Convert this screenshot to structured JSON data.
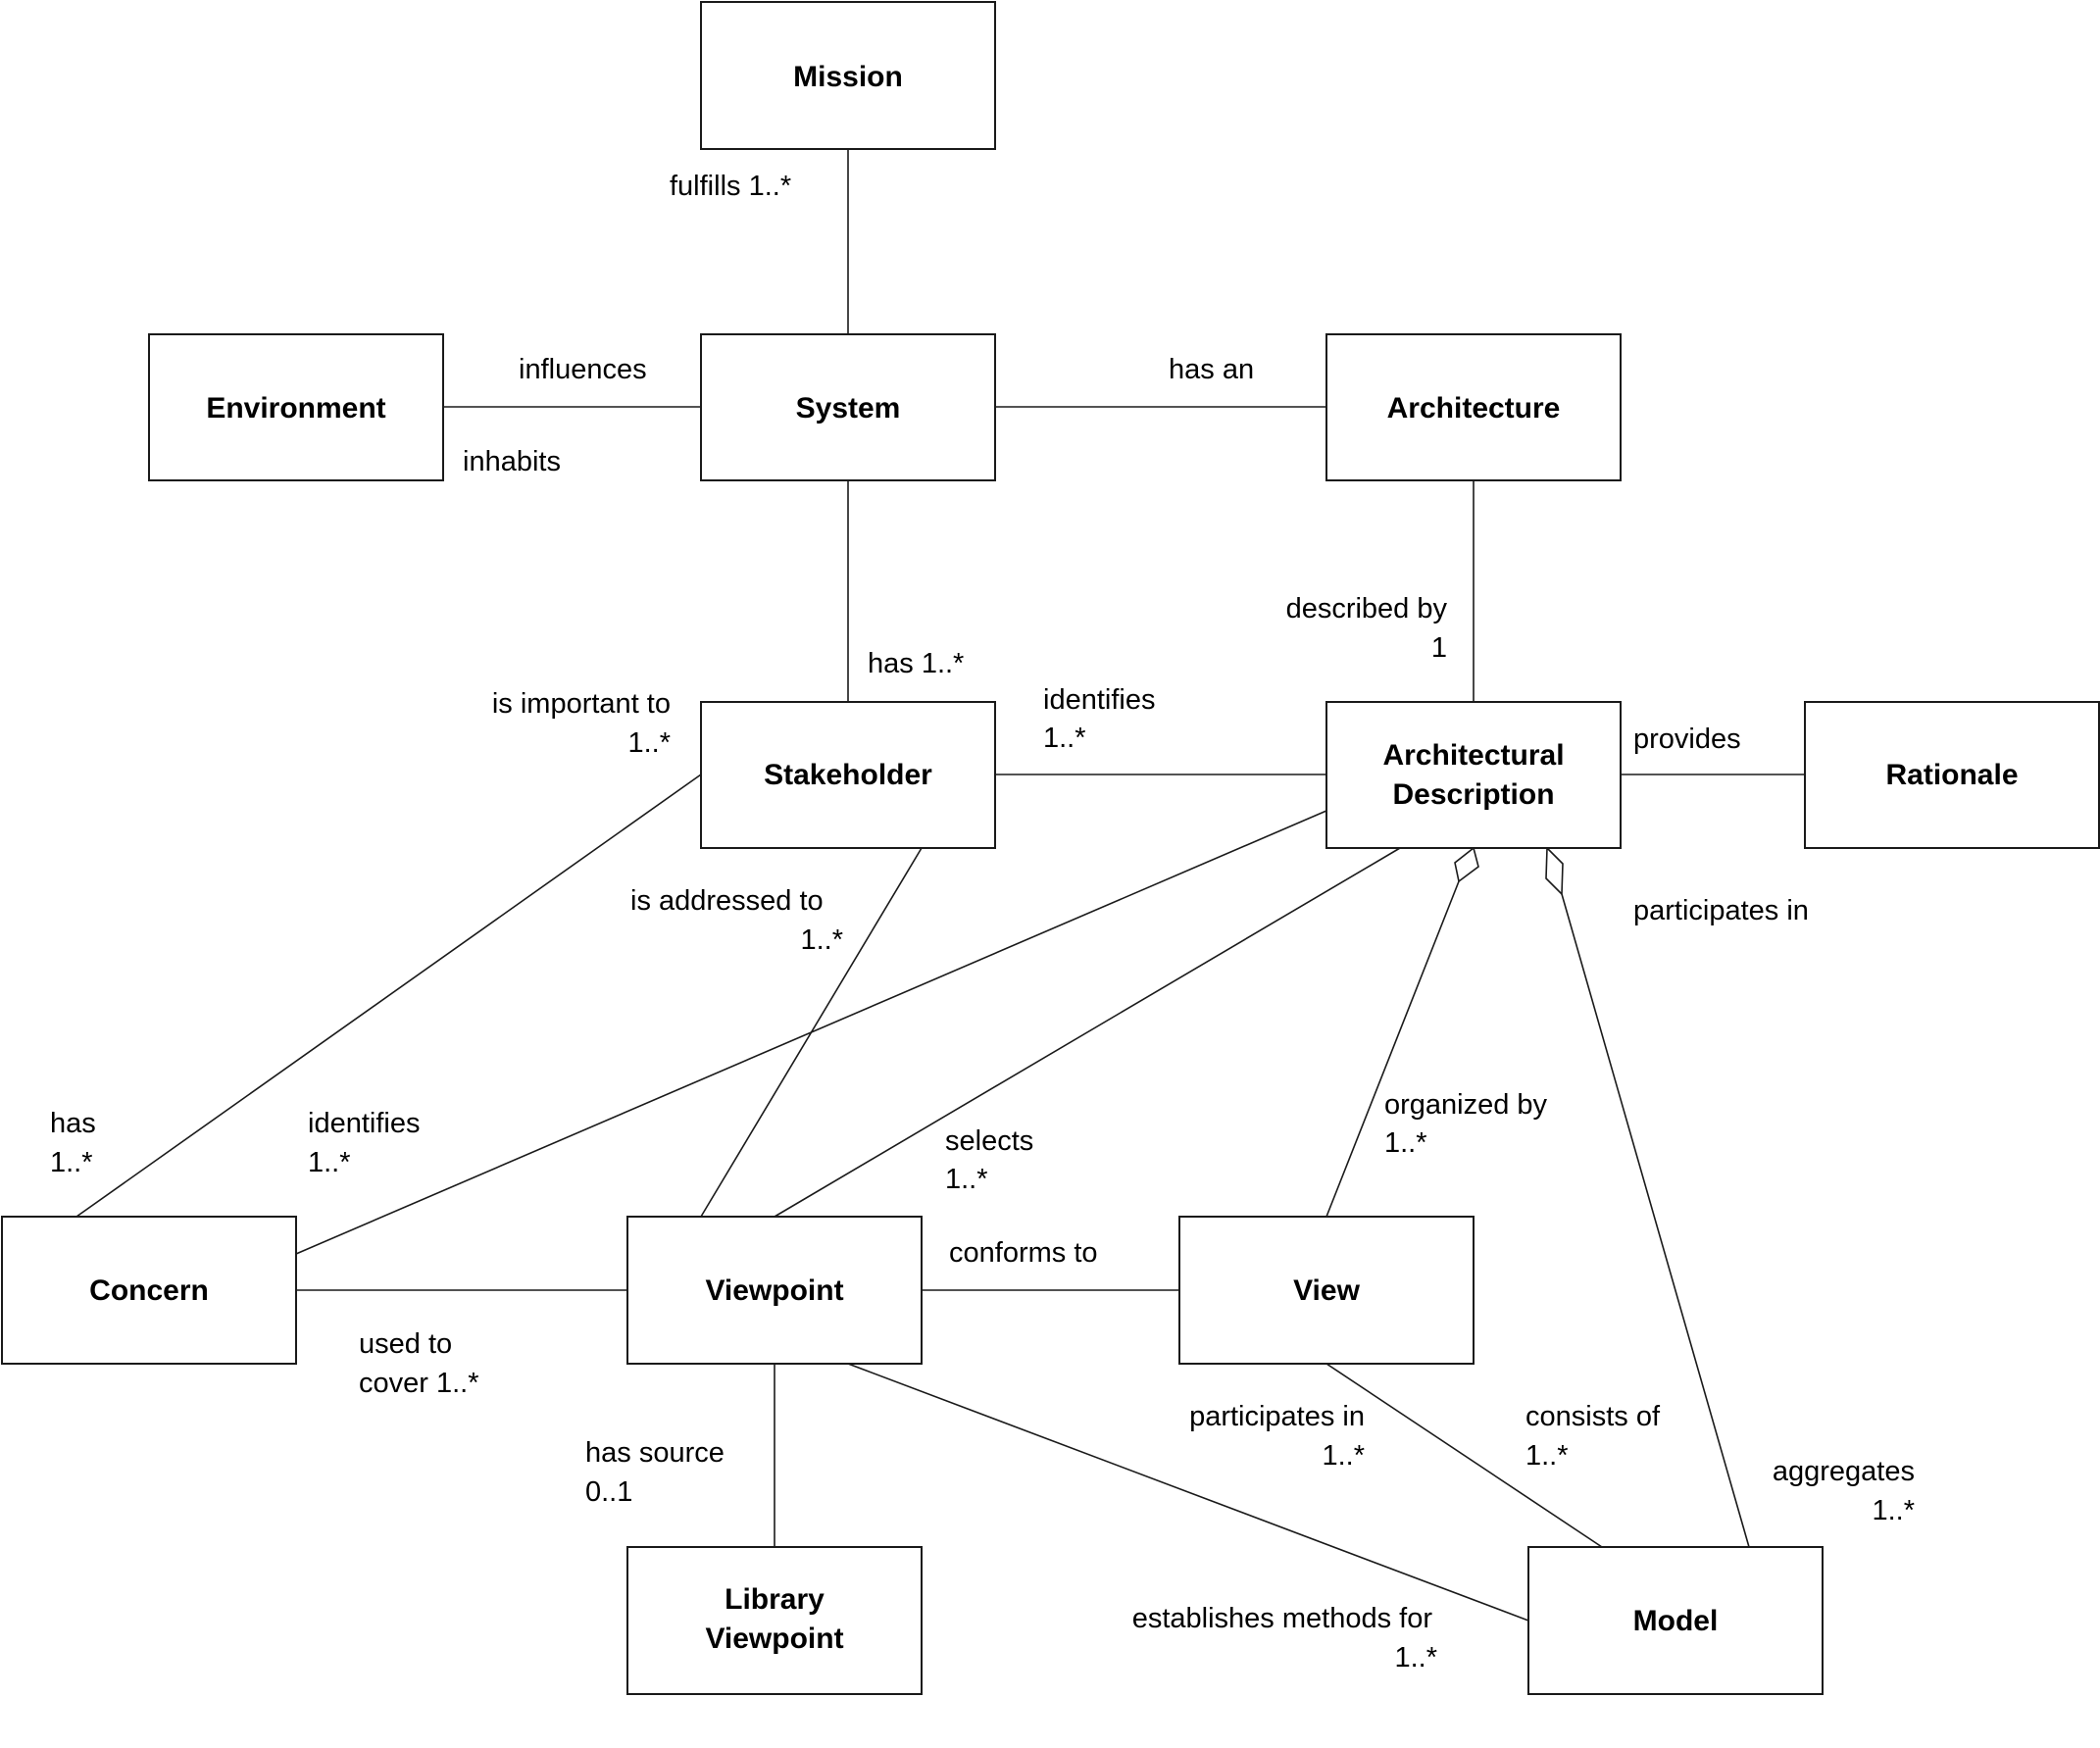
{
  "boxes": {
    "mission": [
      "Mission"
    ],
    "environment": [
      "Environment"
    ],
    "system": [
      "System"
    ],
    "architecture": [
      "Architecture"
    ],
    "stakeholder": [
      "Stakeholder"
    ],
    "architectural_description": [
      "Architectural",
      "Description"
    ],
    "rationale": [
      "Rationale"
    ],
    "concern": [
      "Concern"
    ],
    "viewpoint": [
      "Viewpoint"
    ],
    "view": [
      "View"
    ],
    "library_viewpoint": [
      "Library",
      "Viewpoint"
    ],
    "model": [
      "Model"
    ]
  },
  "relations": {
    "system_mission": [
      "fulfills 1..*"
    ],
    "environment_system_top": [
      "influences"
    ],
    "environment_system_bottom": [
      "inhabits"
    ],
    "system_architecture": [
      "has an"
    ],
    "system_stakeholder": [
      "has 1..*"
    ],
    "architecture_ad": [
      "described by",
      "1"
    ],
    "stakeholder_ad": [
      "identifies",
      "1..*"
    ],
    "ad_rationale": [
      "provides"
    ],
    "rationale_ad": [
      "participates in"
    ],
    "stakeholder_concern_top": [
      "is important to",
      "1..*"
    ],
    "stakeholder_concern_bottom": [
      "has",
      "1..*"
    ],
    "stakeholder_viewpoint": [
      "is addressed to",
      "1..*"
    ],
    "ad_concern": [
      "identifies",
      "1..*"
    ],
    "ad_viewpoint": [
      "selects",
      "1..*"
    ],
    "ad_view": [
      "organized by",
      "1..*"
    ],
    "ad_model": [
      "aggregates",
      "1..*"
    ],
    "viewpoint_concern": [
      "used to",
      "cover 1..*"
    ],
    "viewpoint_view": [
      "conforms to"
    ],
    "viewpoint_library": [
      "has source",
      "0..1"
    ],
    "model_view": [
      "participates in",
      "1..*"
    ],
    "view_model": [
      "consists of",
      "1..*"
    ],
    "viewpoint_model": [
      "establishes methods for",
      "1..*"
    ]
  }
}
